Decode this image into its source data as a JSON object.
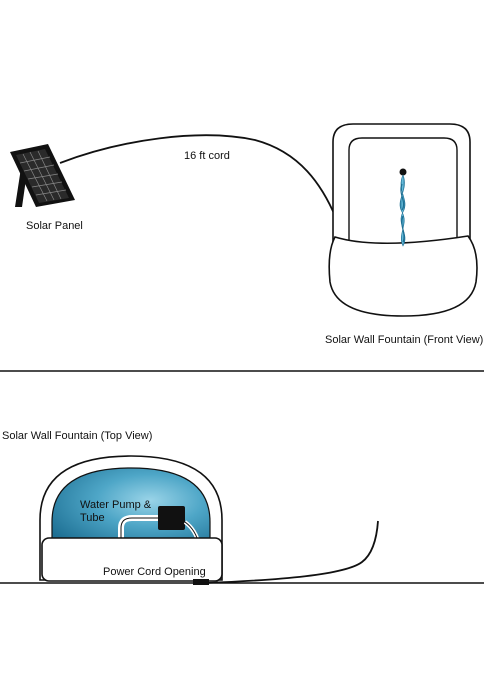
{
  "labels": {
    "cord_length": "16 ft cord",
    "solar_panel": "Solar Panel",
    "front_view": "Solar Wall Fountain (Front View)",
    "top_view": "Solar Wall Fountain (Top View)",
    "pump_line1": "Water Pump &",
    "pump_line2": "Tube",
    "power_cord_opening": "Power Cord Opening"
  },
  "colors": {
    "line": "#111111",
    "water_dark": "#1d6f93",
    "water_light": "#7cc3dc",
    "spout": "#2b8fb7",
    "background": "#ffffff"
  },
  "icons": {
    "solar_panel": "solar-panel-icon",
    "pump": "water-pump-icon"
  }
}
